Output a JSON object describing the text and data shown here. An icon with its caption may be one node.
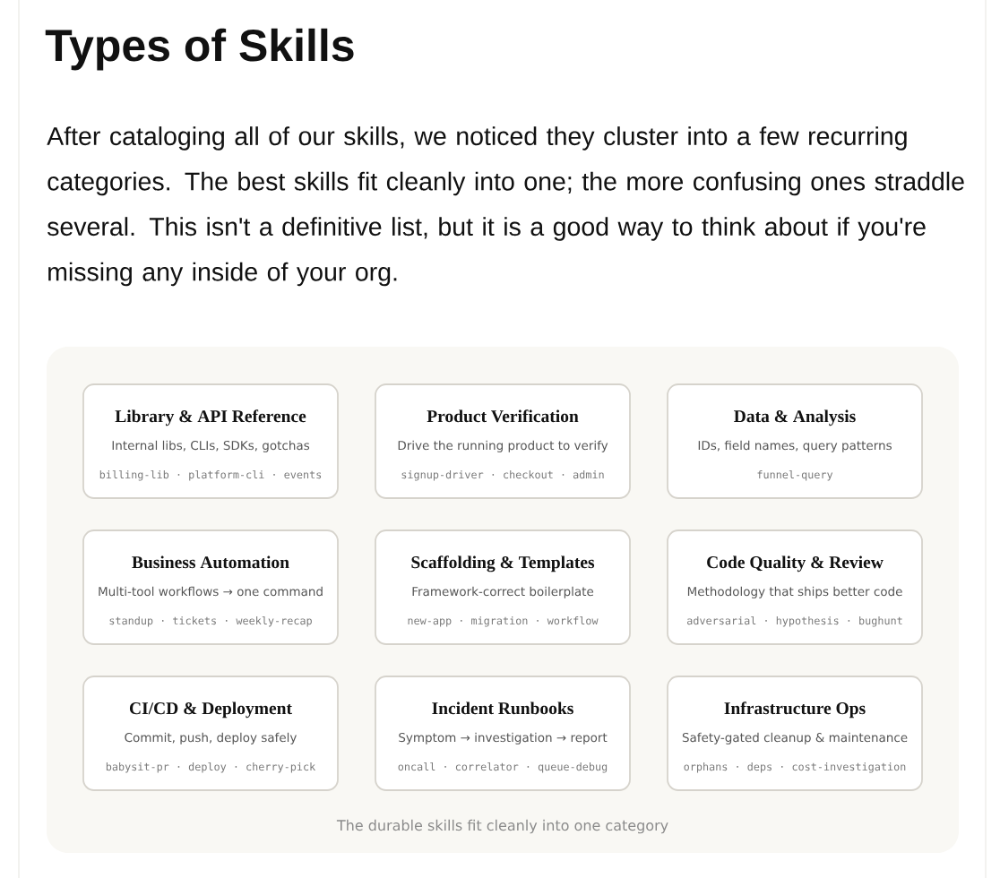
{
  "diagram": {
    "title": "Types of Skills",
    "labels": [
      "After cataloging all of our skills, we noticed they cluster into a few recurring categories. The best skills fit cleanly into one; the more confusing ones straddle several. This isn't a definitive list, but it is a good way to think about if you're missing any inside of your org."
    ],
    "nodes": [
      {
        "text": [
          "The durable skills fit cleanly into one category"
        ]
      },
      {
        "text": [
          "Library & API Reference",
          "Internal libs, CLIs, SDKs, gotchas",
          "billing-lib · platform-cli · events"
        ],
        "in": 0
      },
      {
        "text": [
          "Product Verification",
          "Drive the running product to verify",
          "signup-driver · checkout · admin"
        ],
        "in": 0
      },
      {
        "text": [
          "Data & Analysis",
          "IDs, field names, query patterns",
          "funnel-query"
        ],
        "in": 0
      },
      {
        "text": [
          "Business Automation",
          "Multi-tool workflows → one command",
          "standup · tickets · weekly-recap"
        ],
        "in": 0
      },
      {
        "text": [
          "Scaffolding & Templates",
          "Framework-correct boilerplate",
          "new-app · migration · workflow"
        ],
        "in": 0
      },
      {
        "text": [
          "Code Quality & Review",
          "Methodology that ships better code",
          "adversarial · hypothesis · bughunt"
        ],
        "in": 0
      },
      {
        "text": [
          "CI/CD & Deployment",
          "Commit, push, deploy safely",
          "babysit-pr · deploy · cherry-pick"
        ],
        "in": 0
      },
      {
        "text": [
          "Incident Runbooks",
          "Symptom → investigation → report",
          "oncall · correlator · queue-debug"
        ],
        "in": 0
      },
      {
        "text": [
          "Infrastructure Ops",
          "Safety-gated cleanup & maintenance",
          "orphans · deps · cost-investigation"
        ],
        "in": 0
      }
    ]
  }
}
